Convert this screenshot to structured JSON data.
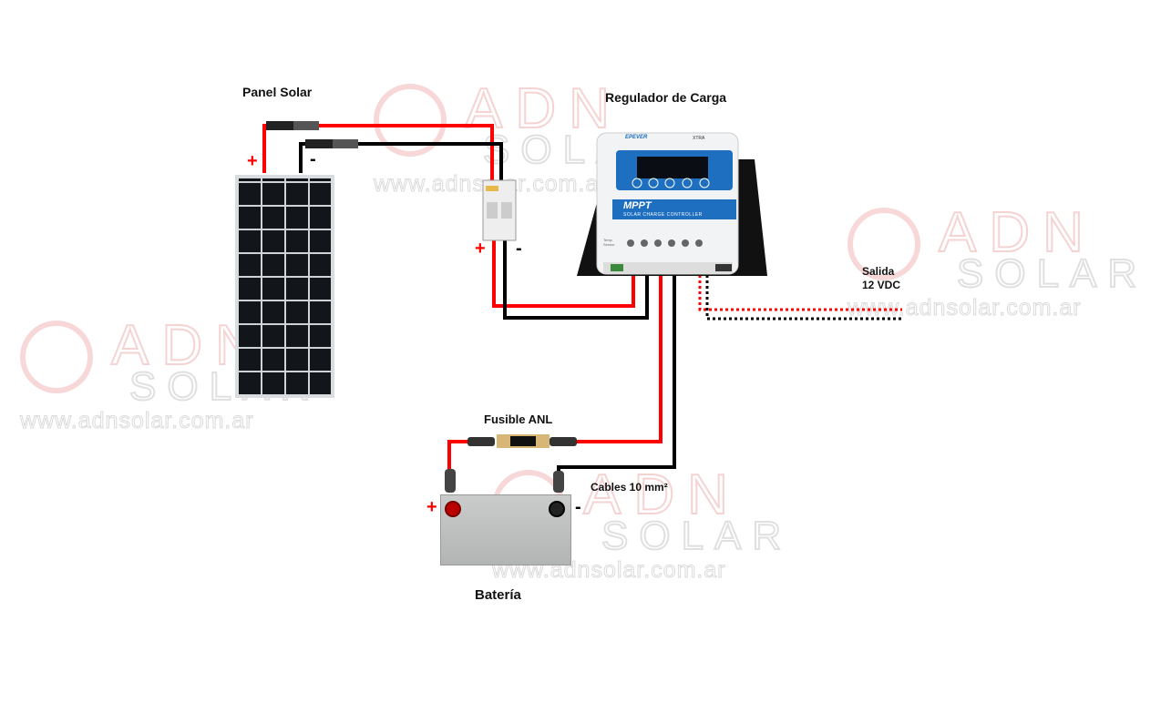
{
  "labels": {
    "panel": "Panel Solar",
    "controller": "Regulador de Carga",
    "output_line1": "Salida",
    "output_line2": "12 VDC",
    "fuse": "Fusible ANL",
    "cables": "Cables 10 mm²",
    "battery": "Batería"
  },
  "signs": {
    "plus": "+",
    "minus": "-"
  },
  "controller": {
    "brand": "EPEVER",
    "model": "XTRA",
    "band_title": "MPPT",
    "band_subtitle": "SOLAR CHARGE CONTROLLER",
    "temp": "Temp Sensor"
  },
  "watermark": {
    "word1": "ADN",
    "word2": "SOLAR",
    "url": "www.adnsolar.com.ar"
  },
  "colors": {
    "positive": "#ff0000",
    "negative": "#000000",
    "accent": "#1e6fc0"
  }
}
